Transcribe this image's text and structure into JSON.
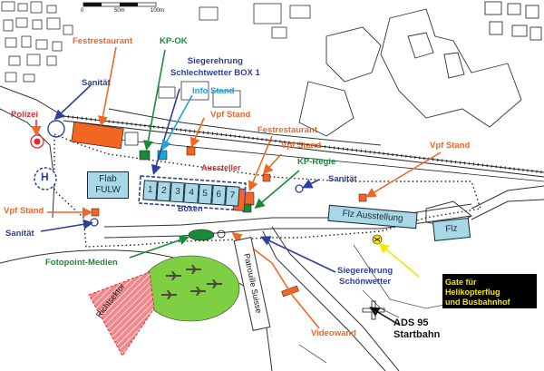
{
  "scale": {
    "zero": "0",
    "mid": "50m",
    "end": "100m"
  },
  "labels": {
    "festrestaurant_top": "Festrestaurant",
    "kp_ok": "KP-OK",
    "siegerehrung_schlecht": "Siegerehrung\nSchlechtwetter BOX 1",
    "info_stand": "Info Stand",
    "sanitaet_top": "Sanität",
    "polizei": "Polizei",
    "vpf_stand_1": "Vpf Stand",
    "festrestaurant_mid": "Festrestaurant",
    "vpf_stand_2": "Vpf Stand",
    "vpf_stand_3": "Vpf Stand",
    "aussteller": "Aussteller",
    "kp_regie": "KP-Regie",
    "sanitaet_right": "Sanität",
    "vpf_stand_left": "Vpf Stand",
    "sanitaet_left": "Sanität",
    "fotopoint": "Fotopoint-Medien",
    "siegerehrung_schoen": "Siegerehrung\nSchönwetter",
    "videowand": "Videowand",
    "ads95": "ADS 95\nStartbahn",
    "boxen": "Boxen",
    "richtsektor": "Richtsektor",
    "patrouille": "Patrouille Suisse",
    "heli": "H"
  },
  "boxes": {
    "flab": "Flab\nFULW",
    "box_numbers": [
      "1",
      "2",
      "3",
      "4",
      "5",
      "6",
      "7"
    ],
    "flz_ausstellung": "Flz Ausstellung",
    "flz": "Flz"
  },
  "gate": "Gate für\nHelikopterflug\nund Busbahnhof",
  "colors": {
    "orange": "#f26522",
    "blue": "#2f3f9e",
    "green": "#1a8a3a",
    "cyan": "#1aa6d8",
    "red": "#e8262b",
    "box": "#a8d8e6",
    "gate_bg": "#000000",
    "gate_text": "#f5e600"
  }
}
